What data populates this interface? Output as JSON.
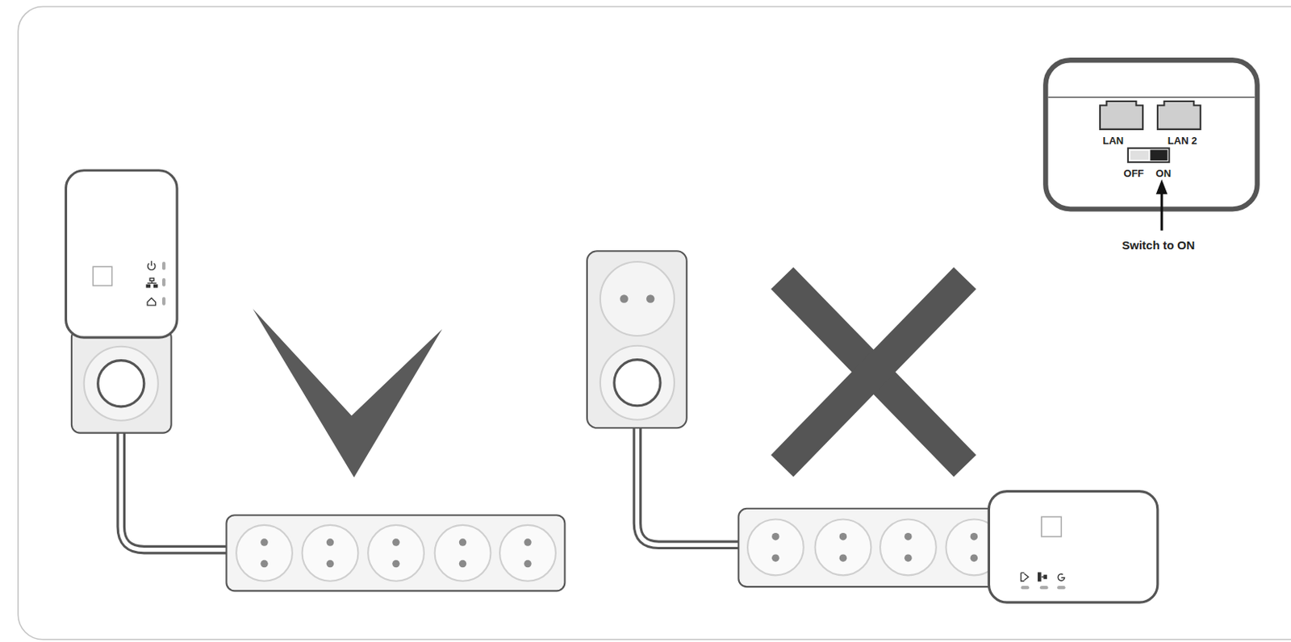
{
  "diagram": {
    "labels": [
      "LAN",
      "LAN 2",
      "OFF",
      "ON",
      "Switch to ON"
    ]
  }
}
